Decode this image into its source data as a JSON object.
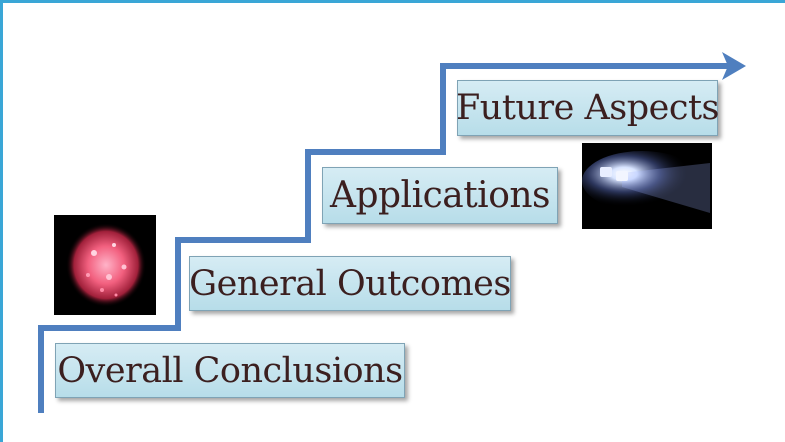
{
  "diagram": {
    "steps": [
      {
        "label": "Overall Conclusions"
      },
      {
        "label": "General Outcomes"
      },
      {
        "label": "Applications"
      },
      {
        "label": "Future Aspects"
      }
    ],
    "colors": {
      "frame": "#3aa6d6",
      "stair_arrow": "#4f7fbf",
      "box_fill": "#c7e6ef",
      "box_border": "#7fa3b5",
      "text": "#3b1f1f"
    },
    "images": [
      {
        "name": "phosphor-powder-photo"
      },
      {
        "name": "led-light-photo"
      }
    ]
  }
}
